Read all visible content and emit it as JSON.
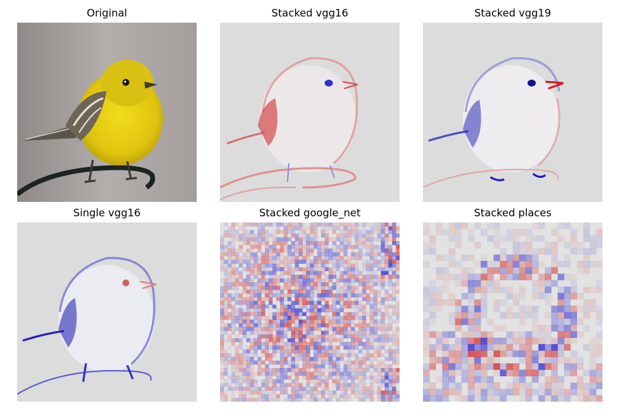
{
  "chart_data": {
    "type": "heatmap",
    "panels": [
      {
        "title": "Original",
        "kind": "photo"
      },
      {
        "title": "Stacked vgg16",
        "kind": "saliency"
      },
      {
        "title": "Stacked vgg19",
        "kind": "saliency"
      },
      {
        "title": "Single vgg16",
        "kind": "saliency"
      },
      {
        "title": "Stacked google_net",
        "kind": "saliency"
      },
      {
        "title": "Stacked places",
        "kind": "saliency"
      }
    ],
    "colormap": {
      "positive": "#d62020",
      "negative": "#2020d0",
      "neutral": "#dcdcdc"
    }
  }
}
